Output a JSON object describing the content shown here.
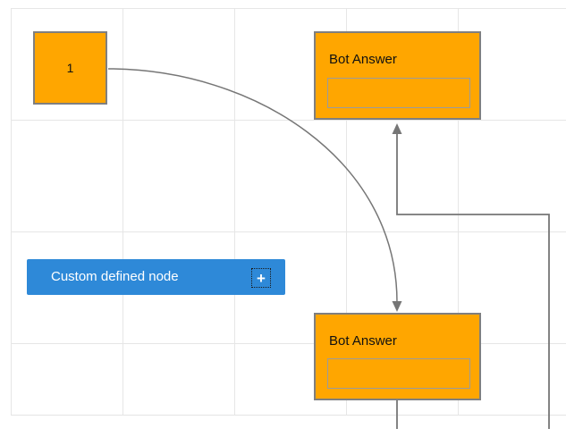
{
  "canvas": {
    "grid_color": "#e6e6e6",
    "background_color": "#ffffff"
  },
  "nodes": {
    "start": {
      "label": "1",
      "fill": "#ffa600",
      "border_color": "#7f7f7f"
    },
    "bot_top": {
      "title": "Bot Answer",
      "fill": "#ffa600",
      "input_value": "",
      "input_border_color": "#9b9b9b"
    },
    "bot_bottom": {
      "title": "Bot Answer",
      "fill": "#ffa600",
      "input_value": "",
      "input_border_color": "#9b9b9b"
    },
    "custom": {
      "label": "Custom defined node",
      "plus_icon": "+",
      "fill": "#2e89d8",
      "text_color": "#ffffff"
    }
  },
  "connectors": {
    "color": "#767676",
    "bezier_from": "node 1",
    "bezier_to": "Bot Answer (bottom)",
    "elbow_to": "Bot Answer (top)"
  }
}
